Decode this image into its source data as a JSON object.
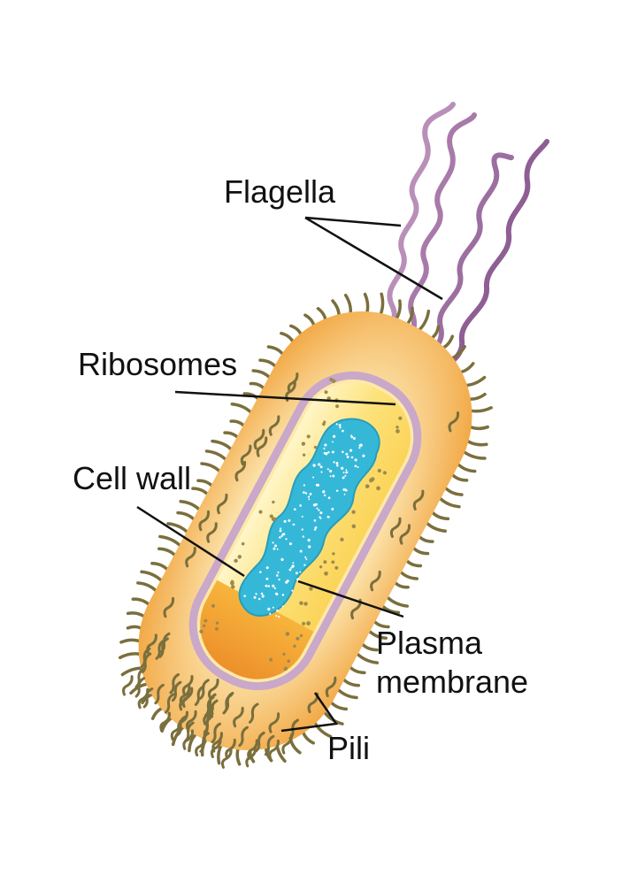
{
  "labels": {
    "flagella": "Flagella",
    "ribosomes": "Ribosomes",
    "cell_wall": "Cell wall",
    "plasma_membrane_line1": "Plasma",
    "plasma_membrane_line2": "membrane",
    "pili": "Pili"
  },
  "colors": {
    "cell_outer": "#f7c77d",
    "cell_outer_edge": "#f2a845",
    "cell_wall": "#f5e6b8",
    "membrane": "#c9a8c9",
    "cytoplasm": "#fbd863",
    "nucleoid": "#35b8d8",
    "pili": "#7a6f3d",
    "flagella": "#9c6fa0",
    "leader_line": "#111111"
  }
}
